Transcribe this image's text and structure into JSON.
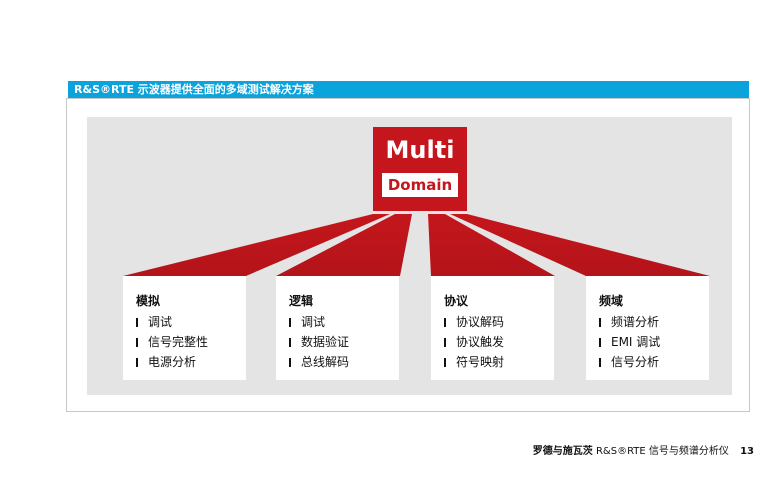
{
  "header": {
    "title": "R&S®RTE 示波器提供全面的多域测试解决方案"
  },
  "logo": {
    "line1": "Multi",
    "line2": "Domain"
  },
  "cards": [
    {
      "title": "模拟",
      "items": [
        "调试",
        "信号完整性",
        "电源分析"
      ]
    },
    {
      "title": "逻辑",
      "items": [
        "调试",
        "数据验证",
        "总线解码"
      ]
    },
    {
      "title": "协议",
      "items": [
        "协议解码",
        "协议触发",
        "符号映射"
      ]
    },
    {
      "title": "频域",
      "items": [
        "频谱分析",
        "EMI 调试",
        "信号分析"
      ]
    }
  ],
  "footer": {
    "brand": "罗德与施瓦茨",
    "product": "R&S®RTE 信号与频谱分析仪",
    "page": "13"
  },
  "colors": {
    "accent_blue": "#0aa3dc",
    "brand_red": "#c4161c",
    "panel_gray": "#e4e4e4"
  }
}
